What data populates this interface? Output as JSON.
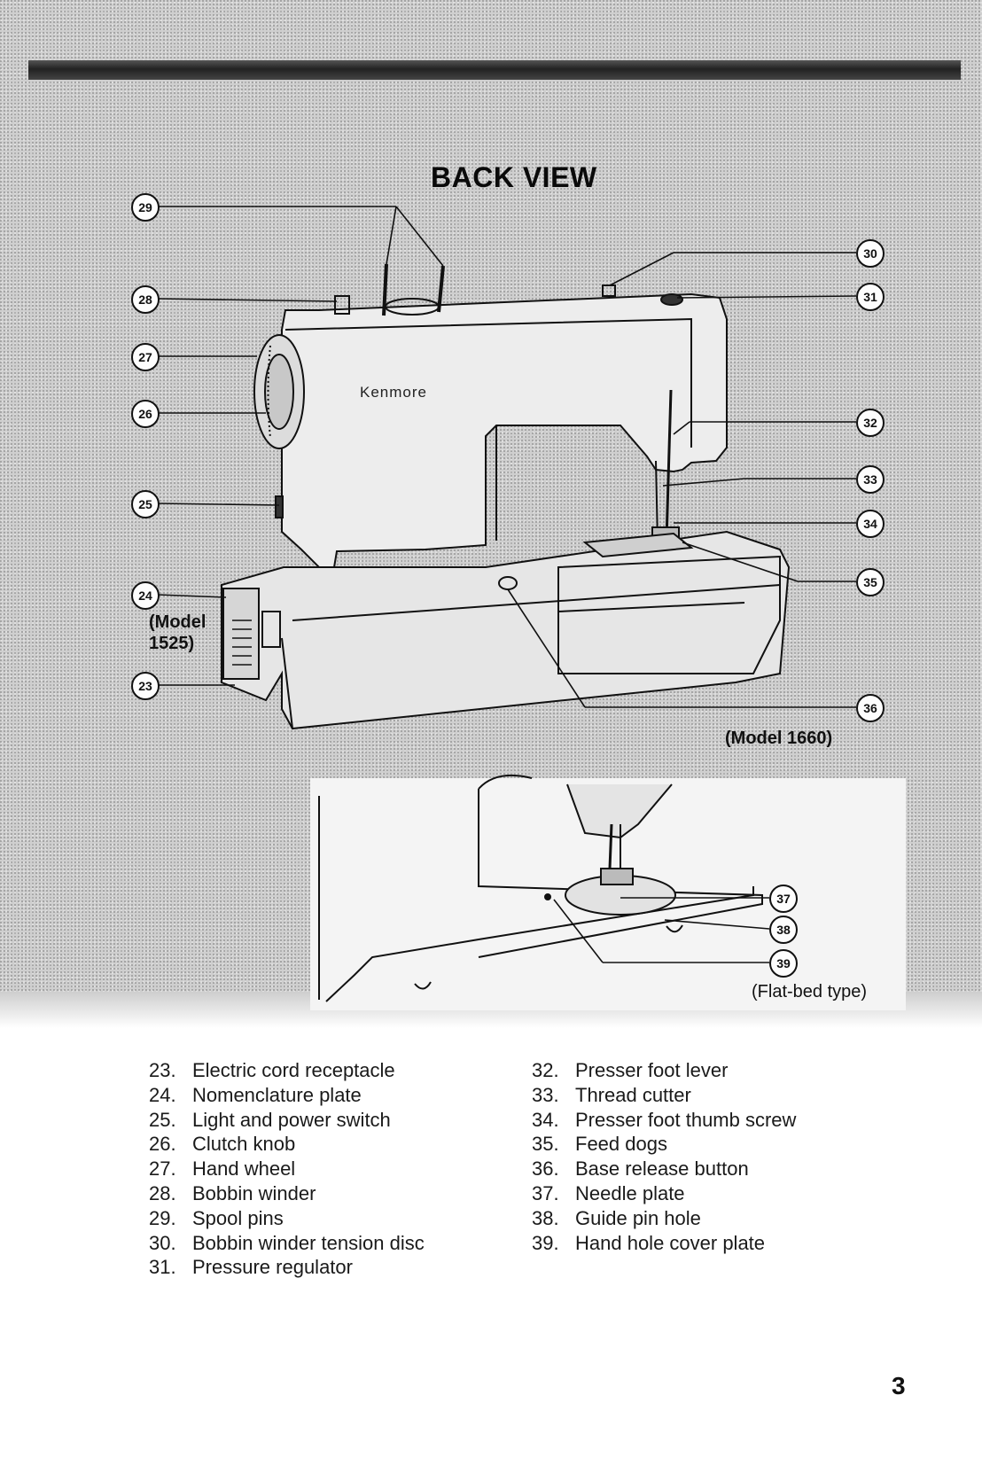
{
  "figure": {
    "title": "BACK VIEW",
    "brand": "Kenmore",
    "model_label_main": "(Model 1660)",
    "model_label_side": "(Model 1525)",
    "model_label_inset": "(Flat-bed type)",
    "callouts": {
      "c23": "23",
      "c24": "24",
      "c25": "25",
      "c26": "26",
      "c27": "27",
      "c28": "28",
      "c29": "29",
      "c30": "30",
      "c31": "31",
      "c32": "32",
      "c33": "33",
      "c34": "34",
      "c35": "35",
      "c36": "36",
      "c37": "37",
      "c38": "38",
      "c39": "39"
    }
  },
  "legend": {
    "left": [
      {
        "num": "23.",
        "label": "Electric cord receptacle"
      },
      {
        "num": "24.",
        "label": "Nomenclature plate"
      },
      {
        "num": "25.",
        "label": "Light and power switch"
      },
      {
        "num": "26.",
        "label": "Clutch knob"
      },
      {
        "num": "27.",
        "label": "Hand wheel"
      },
      {
        "num": "28.",
        "label": "Bobbin winder"
      },
      {
        "num": "29.",
        "label": "Spool pins"
      },
      {
        "num": "30.",
        "label": "Bobbin winder tension disc"
      },
      {
        "num": "31.",
        "label": "Pressure regulator"
      }
    ],
    "right": [
      {
        "num": "32.",
        "label": "Presser foot lever"
      },
      {
        "num": "33.",
        "label": "Thread cutter"
      },
      {
        "num": "34.",
        "label": "Presser foot thumb screw"
      },
      {
        "num": "35.",
        "label": "Feed dogs"
      },
      {
        "num": "36.",
        "label": "Base release button"
      },
      {
        "num": "37.",
        "label": "Needle plate"
      },
      {
        "num": "38.",
        "label": "Guide pin hole"
      },
      {
        "num": "39.",
        "label": "Hand hole cover plate"
      }
    ]
  },
  "page_number": "3"
}
